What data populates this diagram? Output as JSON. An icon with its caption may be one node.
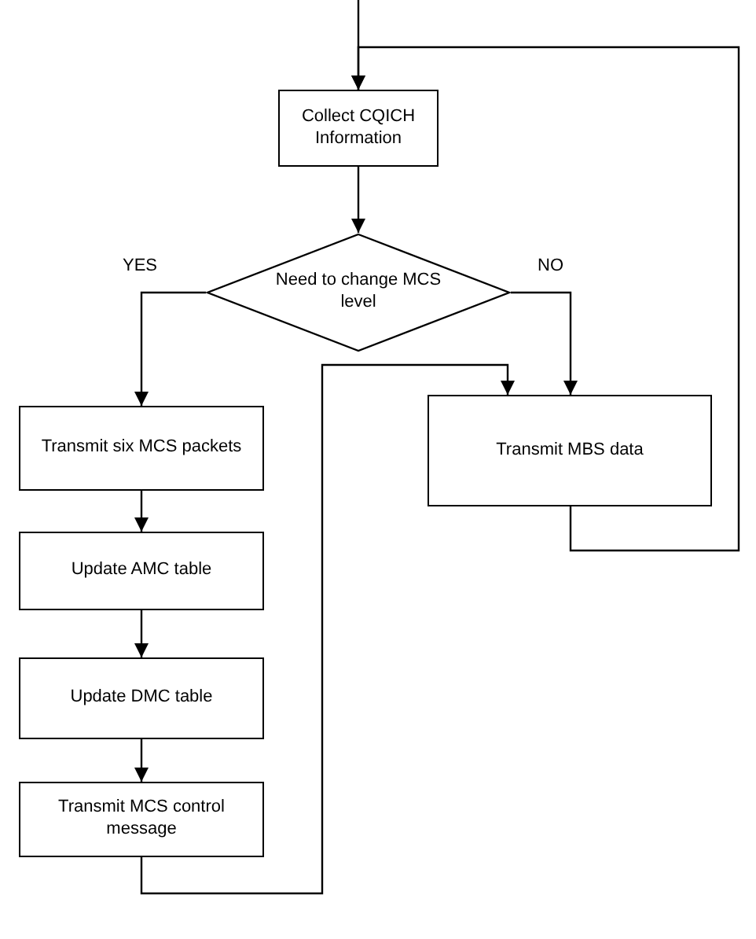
{
  "diagram": {
    "nodes": [
      {
        "text": [
          "Collect CQICH Information"
        ]
      },
      {
        "text": [
          "Need to change MCS level"
        ]
      },
      {
        "text": [
          "Transmit six MCS packets"
        ]
      },
      {
        "text": [
          "Transmit MBS data"
        ]
      },
      {
        "text": [
          "Update AMC table"
        ]
      },
      {
        "text": [
          "Update DMC table"
        ]
      },
      {
        "text": [
          "Transmit MCS control message"
        ]
      }
    ],
    "edges": [
      {
        "from": null,
        "to": 0,
        "arrow": "to"
      },
      {
        "from": 0,
        "to": 1,
        "arrow": "to"
      },
      {
        "from": 1,
        "to": 2,
        "arrow": "to",
        "label": "YES"
      },
      {
        "from": 1,
        "to": 3,
        "arrow": "to",
        "label": "NO"
      },
      {
        "from": 2,
        "to": 4,
        "arrow": "to"
      },
      {
        "from": 4,
        "to": 5,
        "arrow": "to"
      },
      {
        "from": 5,
        "to": 6,
        "arrow": "to"
      },
      {
        "from": 6,
        "to": 3,
        "arrow": "to"
      },
      {
        "from": 3,
        "to": 0,
        "arrow": "to"
      }
    ]
  }
}
